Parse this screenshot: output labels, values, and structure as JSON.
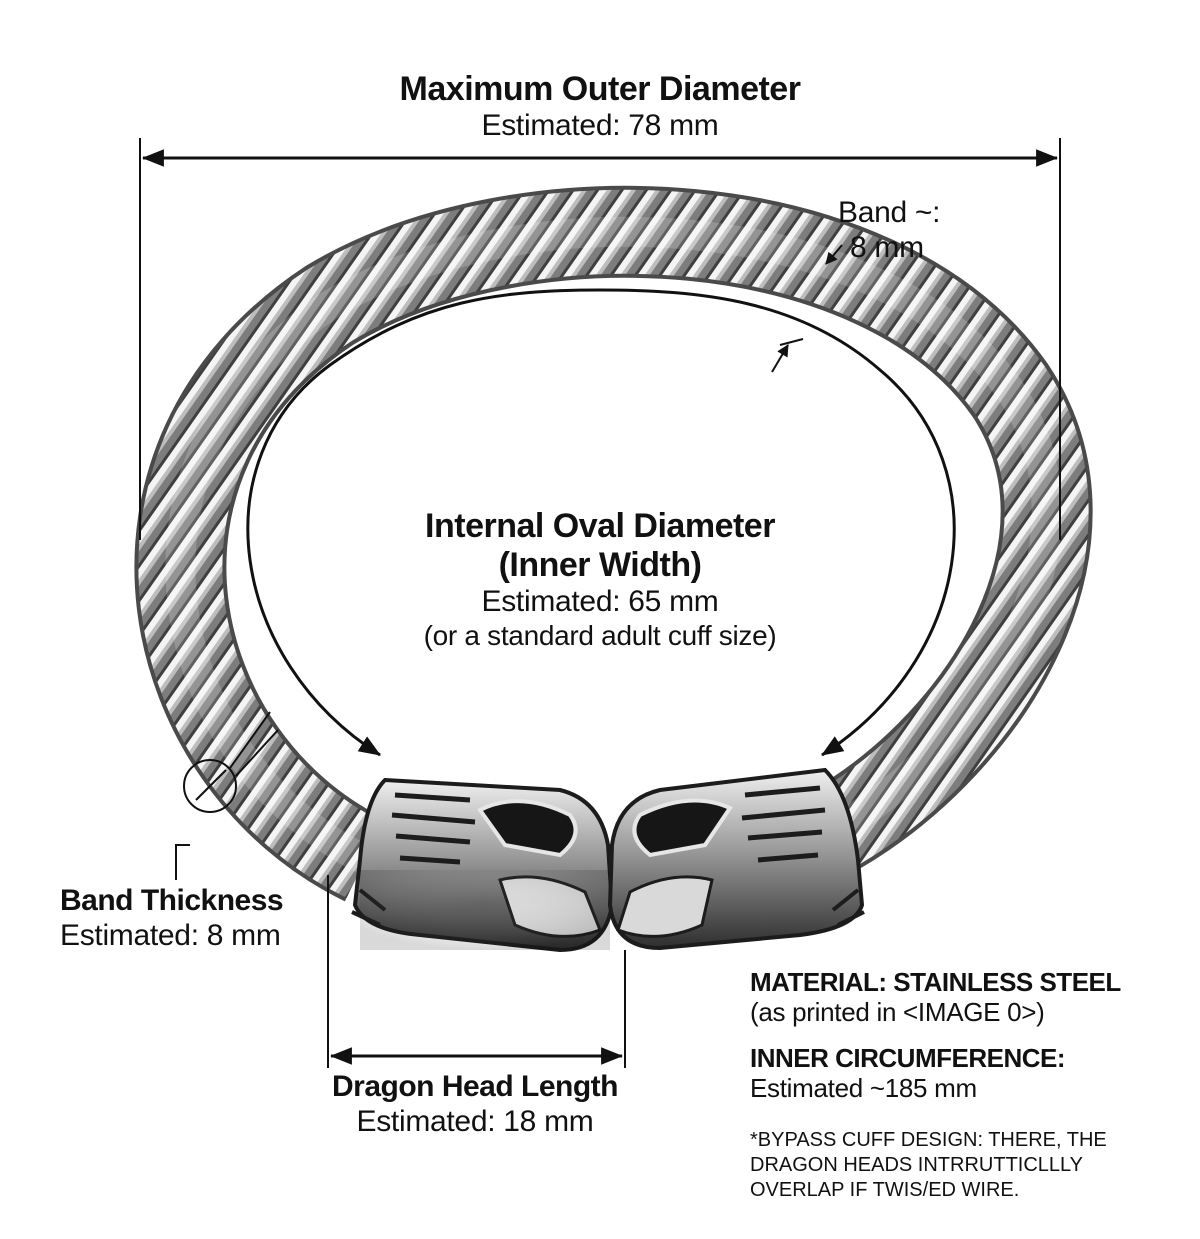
{
  "outer_diameter": {
    "title": "Maximum Outer Diameter",
    "value": "Estimated: 78 mm"
  },
  "band": {
    "label": "Band ~:",
    "value": "8 mm"
  },
  "inner_diameter": {
    "title_line1": "Internal Oval Diameter",
    "title_line2": "(Inner Width)",
    "value": "Estimated: 65 mm",
    "note": "(or a standard adult cuff size)"
  },
  "band_thickness": {
    "title": "Band Thickness",
    "value": "Estimated: 8 mm"
  },
  "dragon_head": {
    "title": "Dragon Head Length",
    "value": "Estimated: 18 mm"
  },
  "material": {
    "title": "MATERIAL: STAINLESS STEEL",
    "note": "(as printed in <IMAGE 0>)"
  },
  "circumference": {
    "title": "INNER CIRCUMFERENCE:",
    "value": "Estimated ~185 mm"
  },
  "footnote": {
    "line1": "*BYPASS CUFF DESIGN: THERE, THE",
    "line2": "DRAGON HEADS INTRRUTTICLLLY",
    "line3": "OVERLAP IF TWIS/ED WIRE."
  },
  "colors": {
    "ink": "#111111",
    "steel_light": "#e4e4e4",
    "steel_mid": "#a9a9a9",
    "steel_dark": "#3c3c3c"
  },
  "icons": [
    "dragon-head-left-icon",
    "dragon-head-right-icon",
    "twisted-cable-band-icon",
    "magnifier-circle-icon"
  ]
}
